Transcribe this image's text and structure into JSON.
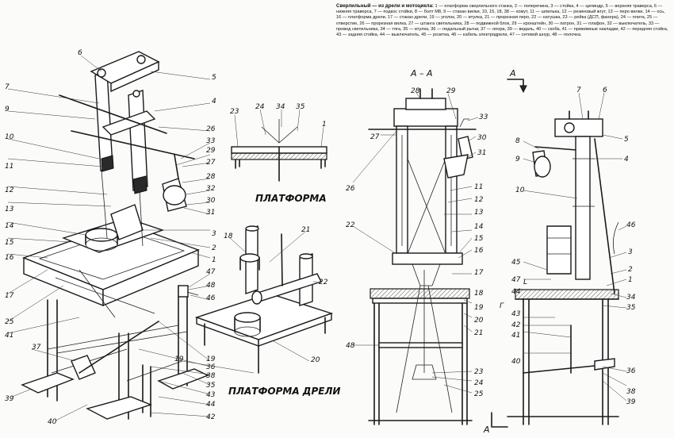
{
  "caption": {
    "title": "Сверлильный — из дрели и мотоцикла:",
    "body": "1 — платформа сверлильного станка, 2 — поперечина, 3 — стойка, 4 — цилиндр, 5 — верхняя траверса, 6 — нижняя траверса, 7 — подкос стойки, 8 — болт М8, 9 — стакан вилки, 10, 15, 18, 38 — хомут, 11 — шпилька, 12 — резиновый жгут, 13 — перо вилки, 14 — ось, 16 — платформа дрели, 17 — стакан дрели, 19 — уголок, 20 — втулка, 21 — прорезная перо, 22 — катушка, 23 — рейка (ДСП, фанера), 24 — плита, 25 — отверстие, 26 — прорезная вилка, 27 — штанга светильника, 28 — подвижной блок, 29 — кронштейн, 30 — патрон, 31 — плафон, 32 — выключатель, 33 — провод светильника, 34 — тяга, 35 — втулка, 36 — педальный рычаг, 37 — опора, 39 — ведаль, 40 — скоба, 41 — прижимные накладки, 42 — передняя стойка, 43 — задняя стойка, 44 — выключатель, 45 — розетка, 46 — кабель электродрели, 47 — сетевой шнур, 48 — полочка."
  },
  "titles": {
    "platform": "ПЛАТФОРМА",
    "drill_platform": "ПЛАТФОРМА ДРЕЛИ",
    "section": "А – А",
    "arrow_top": "А",
    "arrow_bottom": "А"
  },
  "labels_left": [
    "6",
    "5",
    "7",
    "4",
    "9",
    "26",
    "33",
    "29",
    "10",
    "27",
    "11",
    "28",
    "12",
    "32",
    "13",
    "30",
    "31",
    "14",
    "3",
    "15",
    "2",
    "16",
    "1",
    "17",
    "47",
    "25",
    "48",
    "46",
    "41",
    "37",
    "19",
    "36",
    "38",
    "35",
    "43",
    "39",
    "44",
    "40",
    "42"
  ],
  "labels_platform": [
    "23",
    "24",
    "34",
    "35",
    "1"
  ],
  "labels_drill": [
    "18",
    "21",
    "22",
    "19",
    "20"
  ],
  "labels_section": [
    "28",
    "29",
    "33",
    "27",
    "30",
    "31",
    "26",
    "11",
    "12",
    "13",
    "14",
    "22",
    "15",
    "16",
    "17",
    "18",
    "19",
    "20",
    "21",
    "48",
    "23",
    "24",
    "25"
  ],
  "labels_side": [
    "7",
    "6",
    "5",
    "4",
    "8",
    "9",
    "10",
    "46",
    "3",
    "45",
    "2",
    "47",
    "1",
    "34",
    "35",
    "44",
    "42",
    "43",
    "41",
    "40",
    "36",
    "38",
    "39"
  ],
  "colors": {
    "ink": "#1a1a1a",
    "paper": "#fbfbf9"
  }
}
